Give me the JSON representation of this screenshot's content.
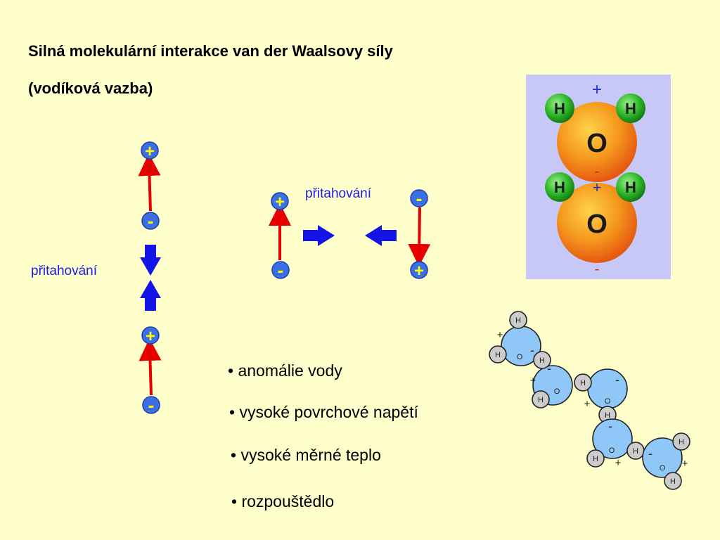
{
  "title": {
    "line1": "Silná molekulární interakce van der Waalsovy síly",
    "line2": "(vodíková vazba)"
  },
  "dipoles": {
    "plus": "+",
    "minus": "-",
    "attraction_left": "přitahování",
    "attraction_top": "přitahování"
  },
  "bullets": [
    "• anomálie vody",
    "• vysoké povrchové napětí",
    "• vysoké měrné teplo",
    "• rozpouštědlo"
  ],
  "water_pair": {
    "hydrogen": "H",
    "oxygen": "O",
    "plus": "+",
    "minus": "-"
  },
  "water_chain": {
    "hydrogen": "H",
    "oxygen": "O",
    "plus": "+",
    "minus": "-"
  },
  "colors": {
    "background": "#FFFFCC",
    "arrow_red": "#E60000",
    "arrow_blue": "#1414E6",
    "charge_circle": "#3C6EE6",
    "charge_sign": "#FFFF00",
    "label_blue": "#1A1AE6"
  }
}
